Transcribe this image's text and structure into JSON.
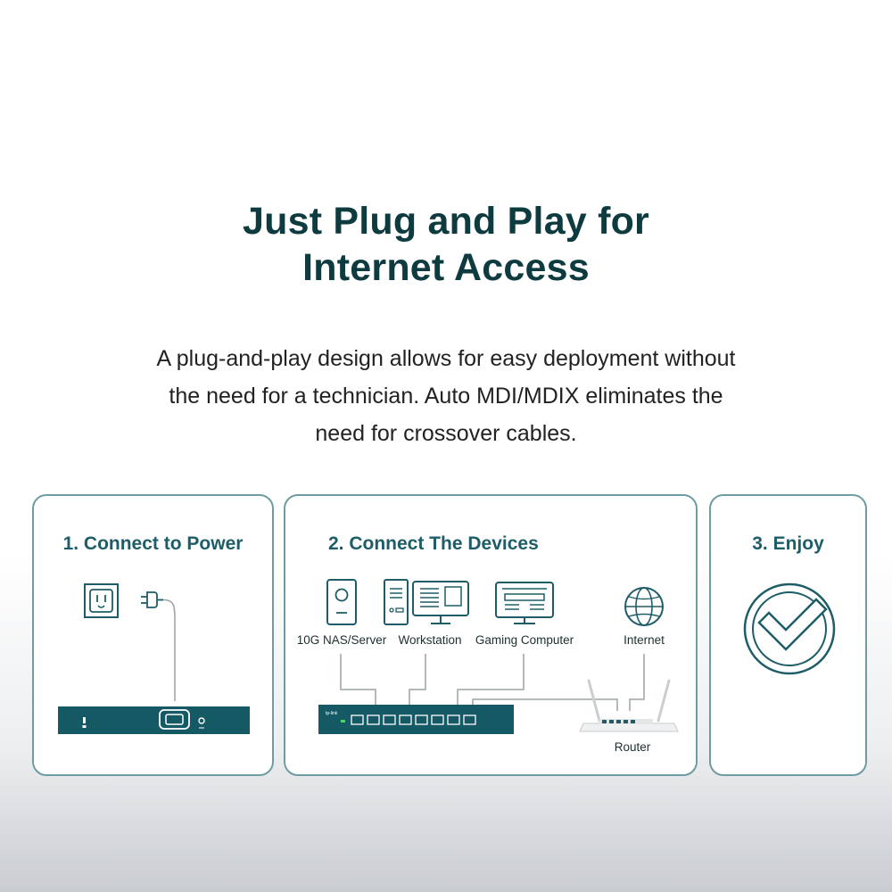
{
  "headline": {
    "line1": "Just Plug and Play for",
    "line2": "Internet Access"
  },
  "description": {
    "line1": "A plug-and-play design allows for easy deployment without",
    "line2": "the need for a technician. Auto MDI/MDIX eliminates the",
    "line3": "need for crossover cables."
  },
  "steps": [
    {
      "title": "1. Connect to Power"
    },
    {
      "title": "2. Connect  The Devices",
      "devices": [
        {
          "label": "10G NAS/Server",
          "icon": "nas-server-icon"
        },
        {
          "label": "Workstation",
          "icon": "workstation-icon"
        },
        {
          "label": "Gaming Computer",
          "icon": "gaming-computer-icon"
        },
        {
          "label": "Internet",
          "icon": "globe-icon"
        }
      ],
      "router_label": "Router",
      "switch_brand": "tp-link"
    },
    {
      "title": "3. Enjoy",
      "icon": "checkmark-circle-icon"
    }
  ],
  "colors": {
    "headline": "#0e3b3f",
    "card_border": "#6f9ca4",
    "card_title": "#1e5d68",
    "switch_body": "#155965",
    "line_art": "#1e5d68"
  }
}
